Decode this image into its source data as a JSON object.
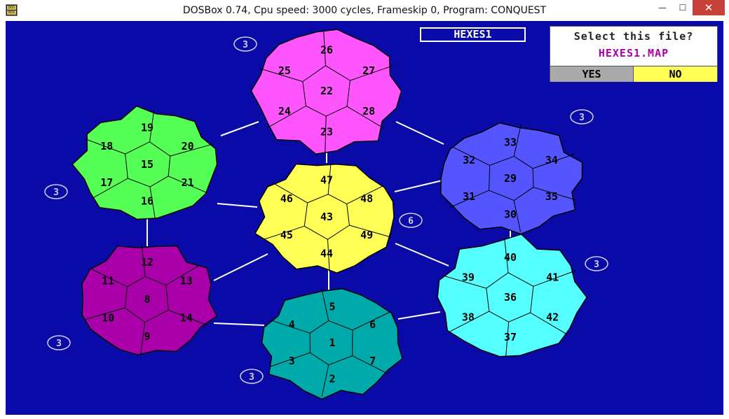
{
  "window": {
    "title": "DOSBox 0.74, Cpu speed:     3000 cycles, Frameskip  0, Program: CONQUEST",
    "icon": "dosbox-icon",
    "icon_text_top": "DOS",
    "icon_text_bottom": "BOX",
    "minimize_glyph": "—",
    "maximize_glyph": "☐",
    "close_glyph": "✕"
  },
  "map_name": "HEXES1",
  "dialog": {
    "prompt": "Select this file?",
    "filename": "HEXES1.MAP",
    "yes_label": "YES",
    "no_label": "NO",
    "selected": "NO"
  },
  "colors": {
    "background": "#0a0aa8",
    "magenta": "#ff55ff",
    "green": "#55ff55",
    "blue": "#5555ff",
    "yellow": "#ffff55",
    "purple": "#aa00aa",
    "teal": "#00aaaa",
    "cyan": "#55ffff",
    "connector": "#ffffff",
    "badge": "#cfcfe8"
  },
  "clusters": [
    {
      "id": "magenta",
      "color": "#ff55ff",
      "bonus": "3",
      "territories": [
        "22",
        "23",
        "24",
        "25",
        "26",
        "27",
        "28"
      ]
    },
    {
      "id": "green",
      "color": "#55ff55",
      "bonus": "3",
      "territories": [
        "15",
        "16",
        "17",
        "18",
        "19",
        "20",
        "21"
      ]
    },
    {
      "id": "blue",
      "color": "#5555ff",
      "bonus": "3",
      "territories": [
        "29",
        "30",
        "31",
        "32",
        "33",
        "34",
        "35"
      ]
    },
    {
      "id": "yellow",
      "color": "#ffff55",
      "bonus": "6",
      "territories": [
        "43",
        "44",
        "45",
        "46",
        "47",
        "48",
        "49"
      ]
    },
    {
      "id": "purple",
      "color": "#aa00aa",
      "bonus": "3",
      "territories": [
        "8",
        "9",
        "10",
        "11",
        "12",
        "13",
        "14"
      ]
    },
    {
      "id": "teal",
      "color": "#00aaaa",
      "bonus": "3",
      "territories": [
        "1",
        "2",
        "3",
        "4",
        "5",
        "6",
        "7"
      ]
    },
    {
      "id": "cyan",
      "color": "#55ffff",
      "bonus": "3",
      "territories": [
        "36",
        "37",
        "38",
        "39",
        "40",
        "41",
        "42"
      ]
    }
  ]
}
